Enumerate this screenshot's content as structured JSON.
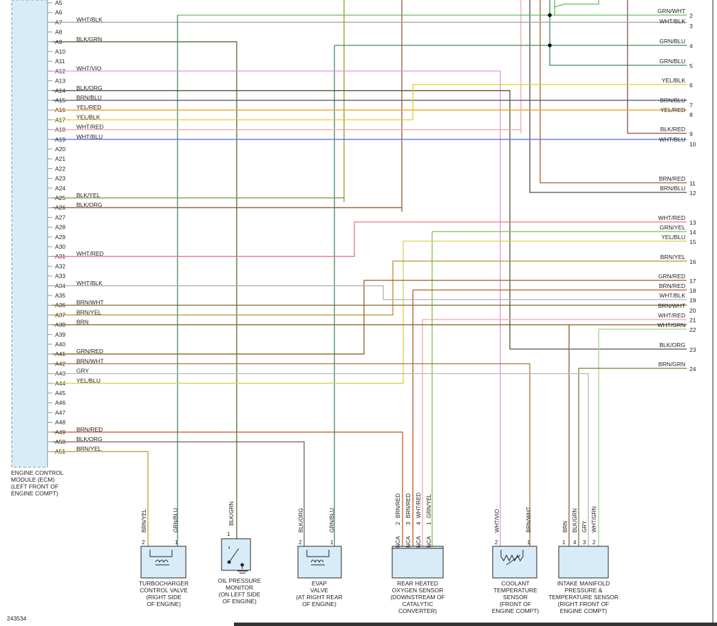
{
  "figure_number": "243534",
  "ecm_label": [
    "ENGINE CONTROL",
    "MODULE (ECM)",
    "(LEFT FRONT OF",
    "ENGINE COMPT)"
  ],
  "ecm_pins": [
    {
      "pin": "A5",
      "label": "",
      "color": ""
    },
    {
      "pin": "A6",
      "label": "",
      "color": ""
    },
    {
      "pin": "A7",
      "label": "WHT/BLK",
      "color": "#a0a0a0"
    },
    {
      "pin": "A8",
      "label": "",
      "color": ""
    },
    {
      "pin": "A9",
      "label": "BLK/GRN",
      "color": "#4a6a3a"
    },
    {
      "pin": "A10",
      "label": "",
      "color": ""
    },
    {
      "pin": "A11",
      "label": "",
      "color": ""
    },
    {
      "pin": "A12",
      "label": "WHT/VIO",
      "color": "#e890e0"
    },
    {
      "pin": "A13",
      "label": "",
      "color": ""
    },
    {
      "pin": "A14",
      "label": "BLK/ORG",
      "color": "#6a4a3a"
    },
    {
      "pin": "A15",
      "label": "BRN/BLU",
      "color": "#4a4a6a"
    },
    {
      "pin": "A16",
      "label": "YEL/RED",
      "color": "#f0a020"
    },
    {
      "pin": "A17",
      "label": "YEL/BLK",
      "color": "#c8c020"
    },
    {
      "pin": "A18",
      "label": "WHT/RED",
      "color": "#f0a0b0"
    },
    {
      "pin": "A19",
      "label": "WHT/BLU",
      "color": "#6070e0"
    },
    {
      "pin": "A20",
      "label": "",
      "color": ""
    },
    {
      "pin": "A21",
      "label": "",
      "color": ""
    },
    {
      "pin": "A22",
      "label": "",
      "color": ""
    },
    {
      "pin": "A23",
      "label": "",
      "color": ""
    },
    {
      "pin": "A24",
      "label": "",
      "color": ""
    },
    {
      "pin": "A25",
      "label": "BLK/YEL",
      "color": "#7a8a3a"
    },
    {
      "pin": "A26",
      "label": "BLK/ORG",
      "color": "#8a5a3a"
    },
    {
      "pin": "A27",
      "label": "",
      "color": ""
    },
    {
      "pin": "A28",
      "label": "",
      "color": ""
    },
    {
      "pin": "A29",
      "label": "",
      "color": ""
    },
    {
      "pin": "A30",
      "label": "",
      "color": ""
    },
    {
      "pin": "A31",
      "label": "WHT/RED",
      "color": "#f07080"
    },
    {
      "pin": "A32",
      "label": "",
      "color": ""
    },
    {
      "pin": "A33",
      "label": "",
      "color": ""
    },
    {
      "pin": "A34",
      "label": "WHT/BLK",
      "color": "#b0b0b0"
    },
    {
      "pin": "A35",
      "label": "",
      "color": ""
    },
    {
      "pin": "A36",
      "label": "BRN/WHT",
      "color": "#8a7040"
    },
    {
      "pin": "A37",
      "label": "BRN/YEL",
      "color": "#b89020"
    },
    {
      "pin": "A38",
      "label": "BRN",
      "color": "#8a5a20"
    },
    {
      "pin": "A39",
      "label": "",
      "color": ""
    },
    {
      "pin": "A40",
      "label": "",
      "color": ""
    },
    {
      "pin": "A41",
      "label": "GRN/RED",
      "color": "#8a6020"
    },
    {
      "pin": "A42",
      "label": "BRN/WHT",
      "color": "#a07838"
    },
    {
      "pin": "A43",
      "label": "GRY",
      "color": "#b8b8b8"
    },
    {
      "pin": "A44",
      "label": "YEL/BLU",
      "color": "#d8d050"
    },
    {
      "pin": "A45",
      "label": "",
      "color": ""
    },
    {
      "pin": "A46",
      "label": "",
      "color": ""
    },
    {
      "pin": "A47",
      "label": "",
      "color": ""
    },
    {
      "pin": "A48",
      "label": "",
      "color": ""
    },
    {
      "pin": "A49",
      "label": "BRN/RED",
      "color": "#c06030"
    },
    {
      "pin": "A50",
      "label": "BLK/ORG",
      "color": "#7a5a4a"
    },
    {
      "pin": "A51",
      "label": "BRN/YEL",
      "color": "#c0a020"
    }
  ],
  "right_terminals": [
    {
      "num": "2",
      "label": "GRN/WHT"
    },
    {
      "num": "3",
      "label": "WHT/BLK"
    },
    {
      "num": "4",
      "label": "GRN/BLU"
    },
    {
      "num": "5",
      "label": "GRN/BLU"
    },
    {
      "num": "6",
      "label": "YEL/BLK"
    },
    {
      "num": "7",
      "label": "BRN/BLU"
    },
    {
      "num": "8",
      "label": "YEL/RED"
    },
    {
      "num": "9",
      "label": "BLK/RED"
    },
    {
      "num": "10",
      "label": "WHT/BLU"
    },
    {
      "num": "11",
      "label": "BRN/RED"
    },
    {
      "num": "12",
      "label": "BRN/BLU"
    },
    {
      "num": "13",
      "label": "WHT/RED"
    },
    {
      "num": "14",
      "label": "GRN/YEL"
    },
    {
      "num": "15",
      "label": "YEL/BLU"
    },
    {
      "num": "16",
      "label": "BRN/YEL"
    },
    {
      "num": "17",
      "label": "GRN/RED"
    },
    {
      "num": "18",
      "label": "BRN/RED"
    },
    {
      "num": "19",
      "label": "WHT/BLK"
    },
    {
      "num": "20",
      "label": "BRN/WHT"
    },
    {
      "num": "21",
      "label": "WHT/RED"
    },
    {
      "num": "22",
      "label": "WHT/GRN"
    },
    {
      "num": "23",
      "label": "BLK/ORG"
    },
    {
      "num": "24",
      "label": "BRN/GRN"
    }
  ],
  "components": [
    {
      "id": "turbo",
      "caption": [
        "TURBOCHARGER",
        "CONTROL VALVE",
        "(RIGHT SIDE",
        "OF ENGINE)"
      ],
      "pins": [
        {
          "n": "2",
          "wire": "BRN/YEL"
        },
        {
          "n": "1",
          "wire": "GRN/BLU"
        }
      ]
    },
    {
      "id": "oilp",
      "caption": [
        "OIL PRESSURE",
        "MONITOR",
        "(ON LEFT SIDE",
        "OF ENGINE)"
      ],
      "pins": [
        {
          "n": "1",
          "wire": "BLK/GRN"
        }
      ]
    },
    {
      "id": "evap",
      "caption": [
        "EVAP",
        "VALVE",
        "(AT RIGHT REAR",
        "OF ENGINE)"
      ],
      "pins": [
        {
          "n": "2",
          "wire": "BLK/ORG"
        },
        {
          "n": "1",
          "wire": "GRN/BLU"
        }
      ]
    },
    {
      "id": "o2",
      "caption": [
        "REAR HEATED",
        "OXYGEN SENSOR",
        "(DOWNSTREAM OF",
        "CATALYTIC",
        "CONVERTER)"
      ],
      "pins": [
        {
          "n": "2",
          "wire": "BRN/RED"
        },
        {
          "n": "3",
          "wire": "BRN/RED"
        },
        {
          "n": "4",
          "wire": "WHT/RED"
        },
        {
          "n": "1",
          "wire": "GRN/YEL"
        }
      ],
      "nca": "NCA"
    },
    {
      "id": "coolant",
      "caption": [
        "COOLANT",
        "TEMPERATURE",
        "SENSOR",
        "(FRONT OF",
        "ENGINE COMPT)"
      ],
      "pins": [
        {
          "n": "2",
          "wire": "WHT/VIO"
        },
        {
          "n": "1",
          "wire": "BRN/WHT"
        }
      ]
    },
    {
      "id": "map",
      "caption": [
        "INTAKE MANIFOLD",
        "PRESSURE &",
        "TEMPERATURE SENSOR",
        "(RIGHT FRONT OF",
        "ENGINE COMPT)"
      ],
      "pins": [
        {
          "n": "1",
          "wire": "BRN"
        },
        {
          "n": "4",
          "wire": "BLK/GRN"
        },
        {
          "n": "3",
          "wire": "GRY"
        },
        {
          "n": "2",
          "wire": "WHT/GRN"
        }
      ]
    }
  ],
  "colors": {
    "ecm_fill": "#d8ecf8",
    "ecm_border": "#8090a0",
    "component_fill": "#d8ecf8",
    "component_border": "#222222",
    "grn_blu": "#3a8a5a",
    "grn_wht": "#60b860",
    "grn_yel": "#80c040",
    "brn_red": "#b05820",
    "blk_red": "#8a4a4a"
  }
}
